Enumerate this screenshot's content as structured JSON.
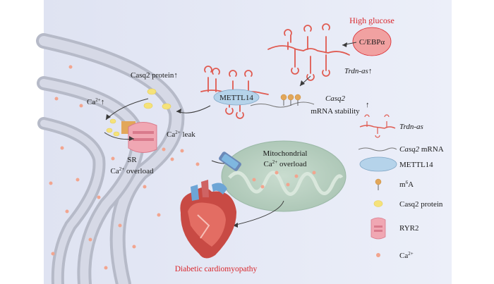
{
  "labels": {
    "high_glucose": "High glucose",
    "cebpa": "C/EBPα",
    "trdn_as_up": "Trdn-as↑",
    "casq2_protein_up": "Casq2 protein↑",
    "ca_up_base": "Ca",
    "ca_up_sup": "2+",
    "ca_up_arrow": "↑",
    "mettl14_center": "METTL14",
    "casq2_italic": "Casq2",
    "mrna_stability": "mRNA stability",
    "mrna_stability_arrow": "↑",
    "ca_leak_base": "Ca",
    "ca_leak_sup": "2+",
    "ca_leak_rest": " leak",
    "sr": "SR",
    "sr_overload_base": "Ca",
    "sr_overload_sup": "2+",
    "sr_overload_rest": " overload",
    "mito_line1": "Mitochondrial",
    "mito_line2_base": "Ca",
    "mito_line2_sup": "2+",
    "mito_line2_rest": " overload",
    "diabetic_cardiomyopathy": "Diabetic cardiomyopathy"
  },
  "legend": {
    "trdn_as": "Trdn-as",
    "casq2_mrna_italic": "Casq2",
    "casq2_mrna_rest": " mRNA",
    "mettl14": "METTL14",
    "m6a_pre": "m",
    "m6a_sup": "6",
    "m6a_post": "A",
    "casq2_protein": "Casq2 protein",
    "ryr2": "RYR2",
    "ca_base": "Ca",
    "ca_sup": "2+"
  },
  "colors": {
    "background": "#e8ecf7",
    "cell_panel": "#e3e7f5",
    "sr_membrane": "#9ea3b3",
    "rna_red": "#e05a50",
    "mettl14_blue": "#b5d3ea",
    "yellow": "#f5e27a",
    "mito_green": "#b7cfbf",
    "ca_dot": "#f2a58f",
    "text_red": "#d9262b"
  },
  "icons": [
    "rna-hairpin-icon",
    "mettl14-icon",
    "m6a-icon",
    "casq2-protein-icon",
    "ryr2-icon",
    "ca-ion-icon",
    "heart-icon",
    "mitochondrion-icon"
  ]
}
